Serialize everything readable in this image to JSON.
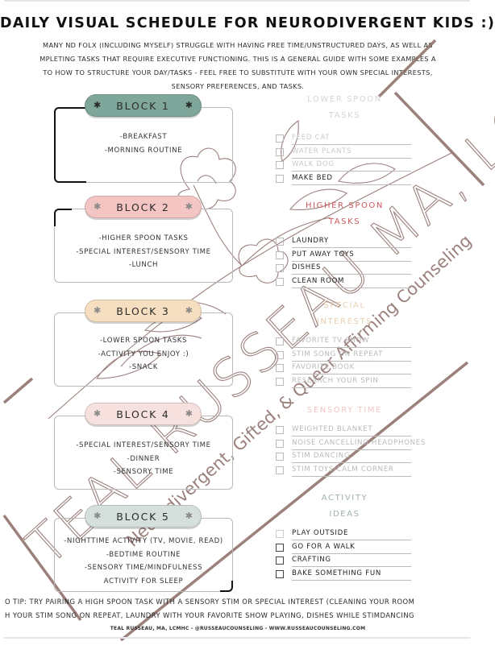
{
  "document": {
    "title": "DAILY VISUAL SCHEDULE FOR NEURODIVERGENT KIDS :)",
    "intro_lines": [
      "MANY ND FOLX (INCLUDING MYSELF) STRUGGLE WITH HAVING FREE TIME/UNSTRUCTURED DAYS, AS WELL AS",
      "MPLETING TASKS THAT REQUIRE EXECUTIVE FUNCTIONING. THIS IS A GENERAL GUIDE WITH SOME EXAMPLES A",
      "TO HOW TO STRUCTURE YOUR DAY/TASKS - FEEL FREE TO SUBSTITUTE WITH YOUR OWN SPECIAL INTERESTS,",
      "SENSORY PREFERENCES, AND TASKS."
    ]
  },
  "blocks": [
    {
      "label": "BLOCK 1",
      "color": "#7fa69a",
      "items": [
        "-BREAKFAST",
        "-MORNING ROUTINE"
      ]
    },
    {
      "label": "BLOCK 2",
      "color": "#f3c6c4",
      "items": [
        "-HIGHER SPOON TASKS",
        "-SPECIAL INTEREST/SENSORY TIME",
        "-LUNCH"
      ]
    },
    {
      "label": "BLOCK 3",
      "color": "#f6dfc0",
      "items": [
        "-LOWER SPOON TASKS",
        "-ACTIVITY YOU ENJOY :)",
        "-SNACK"
      ]
    },
    {
      "label": "BLOCK 4",
      "color": "#f7e1df",
      "items": [
        "-SPECIAL INTEREST/SENSORY TIME",
        "-DINNER",
        "-SENSORY TIME"
      ]
    },
    {
      "label": "BLOCK 5",
      "color": "#d5e0dc",
      "items": [
        "-NIGHTTIME ACTIVITY (TV, MOVIE, READ)",
        "-BEDTIME ROUTINE",
        "-SENSORY TIME/MINDFULNESS",
        "ACTIVITY FOR SLEEP"
      ]
    }
  ],
  "sections": [
    {
      "heading_lines": [
        "LOWER SPOON",
        "TASKS"
      ],
      "heading_color": "#d4d4d4",
      "items": [
        {
          "text": "FEED CAT",
          "color": "#c9c9c9"
        },
        {
          "text": "WATER PLANTS",
          "color": "#c9c9c9"
        },
        {
          "text": "WALK DOG",
          "color": "#c9c9c9"
        },
        {
          "text": "MAKE BED",
          "color": "#222222"
        }
      ]
    },
    {
      "heading_lines": [
        "HIGHER SPOON",
        "TASKS"
      ],
      "heading_color": "#d0575b",
      "items": [
        {
          "text": "LAUNDRY",
          "color": "#222222"
        },
        {
          "text": "PUT AWAY TOYS",
          "color": "#222222"
        },
        {
          "text": "DISHES",
          "color": "#222222"
        },
        {
          "text": "CLEAN ROOM",
          "color": "#222222"
        }
      ]
    },
    {
      "heading_lines": [
        "SPECIAL",
        "INTERESTS"
      ],
      "heading_color": "#e8cfb0",
      "items": [
        {
          "text": "FAVORITE TV SHOW",
          "color": "#b9b9b9"
        },
        {
          "text": "STIM SONG ON REPEAT",
          "color": "#b9b9b9"
        },
        {
          "text": "FAVORITE BOOK",
          "color": "#b9b9b9"
        },
        {
          "text": "RESEARCH YOUR SPIN",
          "color": "#b9b9b9"
        }
      ]
    },
    {
      "heading_lines": [
        "SENSORY TIME"
      ],
      "heading_color": "#f0c7c5",
      "items": [
        {
          "text": "WEIGHTED BLANKET",
          "color": "#b9b9b9"
        },
        {
          "text": "NOISE CANCELLING HEADPHONES",
          "color": "#b9b9b9"
        },
        {
          "text": "STIM DANCING",
          "color": "#b9b9b9"
        },
        {
          "text": "STIM TOYS/CALM CORNER",
          "color": "#b9b9b9"
        }
      ]
    },
    {
      "heading_lines": [
        "ACTIVITY",
        "IDEAS"
      ],
      "heading_color": "#9fb2ac",
      "items": [
        {
          "text": "PLAY OUTSIDE",
          "color": "#222222"
        },
        {
          "text": "GO FOR A WALK",
          "color": "#222222"
        },
        {
          "text": "CRAFTING",
          "color": "#222222"
        },
        {
          "text": "BAKE SOMETHING FUN",
          "color": "#222222"
        }
      ]
    }
  ],
  "tip_lines": [
    "O TIP: TRY PAIRING A HIGH SPOON TASK WITH A SENSORY STIM OR SPECIAL INTEREST (CLEANING YOUR ROOM",
    "H YOUR STIM SONG ON REPEAT, LAUNDRY WITH YOUR FAVORITE SHOW PLAYING, DISHES WHILE STIMDANCING"
  ],
  "footer": "TEAL RUSSEAU, MA, LCMHC - @RUSSEAUCOUNSELING - WWW.RUSSEAUCOUNSELING.COM",
  "watermark": {
    "name": "TEAL RUSSEAU MA, LCMHC",
    "tagline": "Neurodivergent, Gifted, & Queer Affirming Counseling",
    "color": "#7a5a55"
  }
}
